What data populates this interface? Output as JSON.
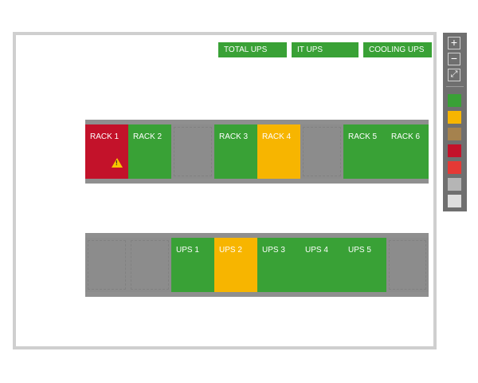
{
  "legend": {
    "total_ups": "TOTAL UPS",
    "it_ups": "IT UPS",
    "cooling_ups": "COOLING UPS"
  },
  "rack_row": {
    "cells": [
      {
        "label": "RACK 1",
        "status": "red",
        "alert": "warning-icon"
      },
      {
        "label": "RACK 2",
        "status": "green"
      },
      {
        "label": "",
        "status": "empty"
      },
      {
        "label": "RACK 3",
        "status": "green"
      },
      {
        "label": "RACK 4",
        "status": "orange"
      },
      {
        "label": "",
        "status": "empty"
      },
      {
        "label": "RACK 5",
        "status": "green"
      },
      {
        "label": "RACK 6",
        "status": "green"
      }
    ]
  },
  "ups_row": {
    "cells": [
      {
        "label": "",
        "status": "empty"
      },
      {
        "label": "",
        "status": "empty"
      },
      {
        "label": "UPS 1",
        "status": "green"
      },
      {
        "label": "UPS 2",
        "status": "orange"
      },
      {
        "label": "UPS 3",
        "status": "green"
      },
      {
        "label": "UPS 4",
        "status": "green"
      },
      {
        "label": "UPS 5",
        "status": "green"
      },
      {
        "label": "",
        "status": "empty"
      }
    ]
  },
  "toolbar": {
    "zoom_in": "+",
    "zoom_out": "−",
    "fit": "⤢",
    "swatches": [
      "#39a136",
      "#f7b500",
      "#a5824e",
      "#c3122a",
      "#e53935",
      "#b5b5b5",
      "#dedede"
    ]
  },
  "colors": {
    "green": "#39a136",
    "orange": "#f7b500",
    "red": "#c3122a",
    "empty": "#8c8c8c"
  }
}
